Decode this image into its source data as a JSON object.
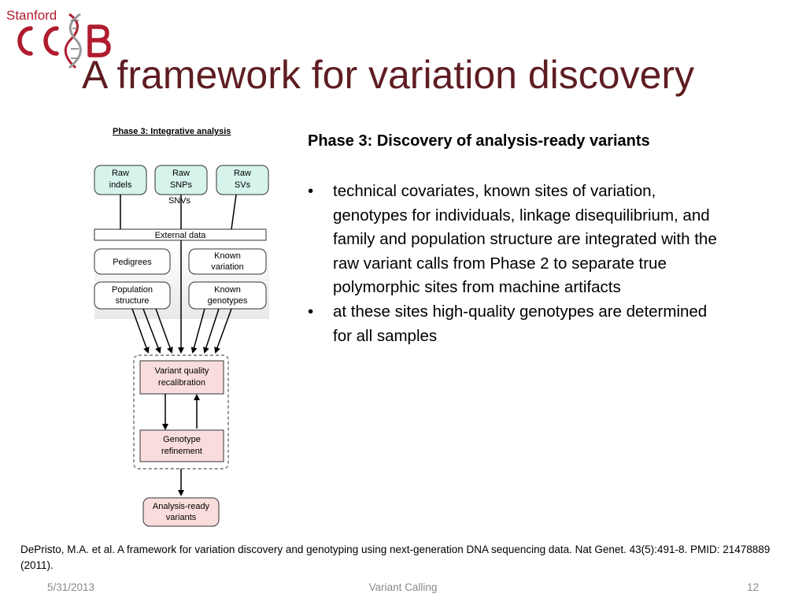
{
  "logo": {
    "stanford": "Stanford",
    "letters": "CCB"
  },
  "title": "A framework for variation discovery",
  "diagram": {
    "heading": "Phase 3: Integrative analysis",
    "raw": [
      "Raw indels",
      "Raw SNPs",
      "Raw SVs"
    ],
    "snvs_note": "SNVs",
    "external": "External data",
    "pedigrees": "Pedigrees",
    "known_variation": "Known variation",
    "population": "Population structure",
    "known_genotypes": "Known genotypes",
    "recalibration": "Variant quality recalibration",
    "refinement": "Genotype refinement",
    "output": "Analysis-ready variants"
  },
  "phase_heading": "Phase 3:  Discovery of analysis-ready variants",
  "bullets": [
    "technical covariates, known sites of variation, genotypes for individuals, linkage disequilibrium, and family and population structure are integrated with the raw variant calls from Phase 2 to separate true polymorphic sites from machine artifacts",
    "at these sites high-quality genotypes are determined for all samples"
  ],
  "bullet_char": "•",
  "citation": "DePristo, M.A. et al. A framework for variation discovery and genotyping using next-generation DNA sequencing data. Nat Genet. 43(5):491-8. PMID: 21478889 (2011).",
  "footer": {
    "date": "5/31/2013",
    "center": "Variant Calling",
    "page": "12"
  },
  "colors": {
    "title": "#5e1d22",
    "logo_red": "#b01c2e",
    "raw_box": "#d6f3ec",
    "pink_box": "#f9dcdc"
  }
}
